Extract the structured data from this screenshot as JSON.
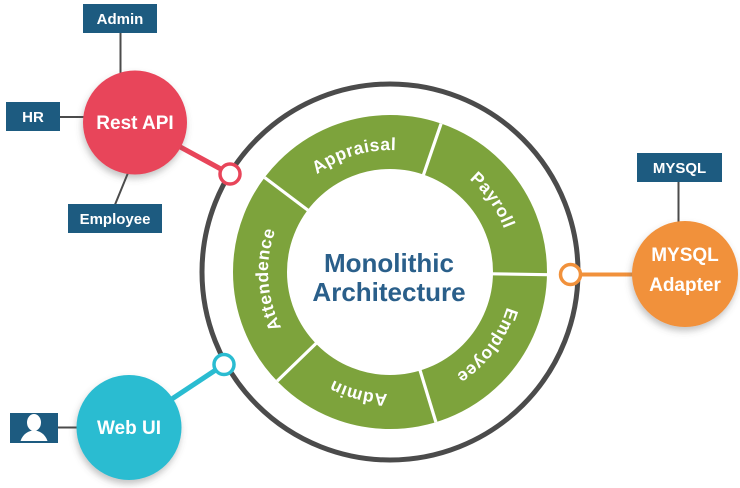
{
  "ring": {
    "center_line1": "Monolithic",
    "center_line2": "Architecture",
    "segments": [
      {
        "label": "Appraisal"
      },
      {
        "label": "Payroll"
      },
      {
        "label": "Employee"
      },
      {
        "label": "Admin"
      },
      {
        "label": "Attendence"
      }
    ]
  },
  "nodes": {
    "rest_api": {
      "label": "Rest API"
    },
    "web_ui": {
      "label": "Web UI"
    },
    "mysql_adapter": {
      "line1": "MYSQL",
      "line2": "Adapter"
    }
  },
  "boxes": {
    "admin": {
      "label": "Admin"
    },
    "hr": {
      "label": "HR"
    },
    "employee": {
      "label": "Employee"
    },
    "mysql": {
      "label": "MYSQL"
    },
    "user": {
      "icon": "user-icon"
    }
  },
  "colors": {
    "ring_gray": "#4b4b4b",
    "segment_green": "#7da33c",
    "center_text_blue": "#2a5f8a",
    "box_blue": "#1d5b80",
    "node_red": "#e8455a",
    "node_teal": "#2abcd1",
    "node_orange": "#f1913b",
    "divider_white": "#ffffff"
  }
}
